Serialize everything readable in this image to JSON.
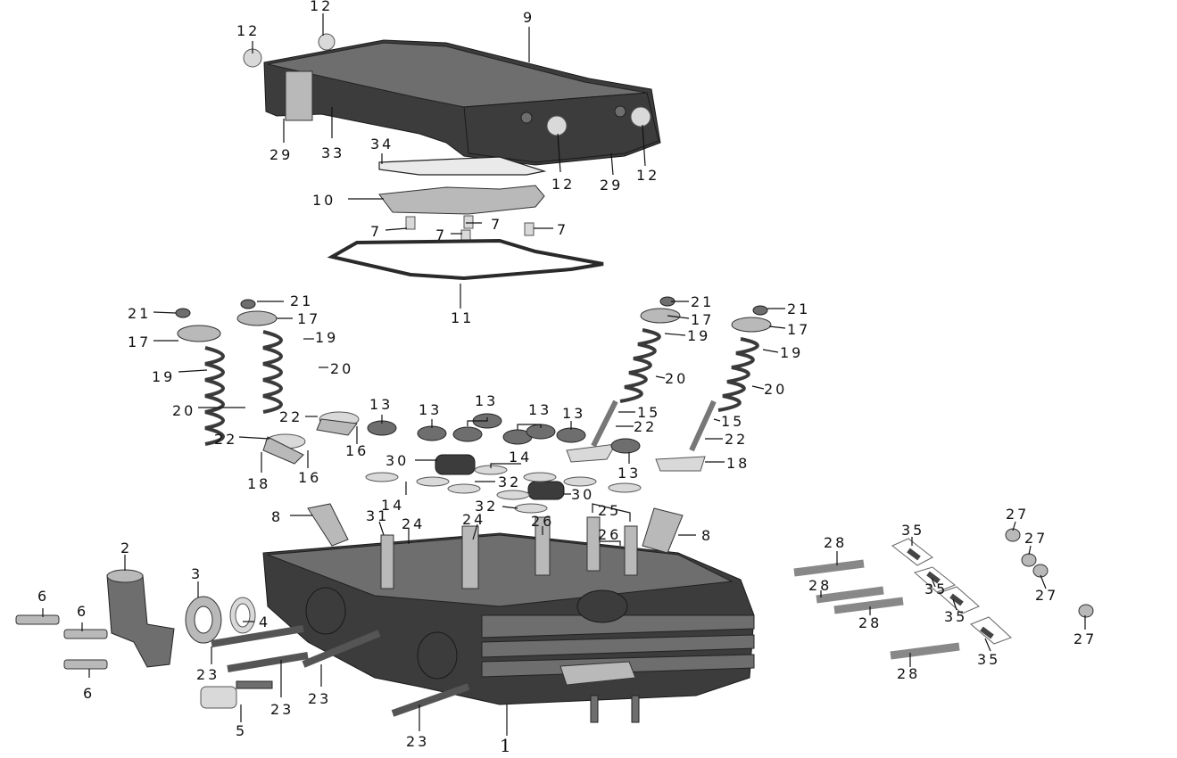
{
  "diagram": {
    "labels": [
      {
        "id": "l12a",
        "text": "12"
      },
      {
        "id": "l12b",
        "text": "12"
      },
      {
        "id": "l9",
        "text": "9"
      },
      {
        "id": "l29a",
        "text": "29"
      },
      {
        "id": "l33",
        "text": "33"
      },
      {
        "id": "l34",
        "text": "34"
      },
      {
        "id": "l12c",
        "text": "12"
      },
      {
        "id": "l29b",
        "text": "29"
      },
      {
        "id": "l12d",
        "text": "12"
      },
      {
        "id": "l10",
        "text": "10"
      },
      {
        "id": "l7a",
        "text": "7"
      },
      {
        "id": "l7b",
        "text": "7"
      },
      {
        "id": "l7c",
        "text": "7"
      },
      {
        "id": "l7d",
        "text": "7"
      },
      {
        "id": "l11",
        "text": "11"
      },
      {
        "id": "l21a",
        "text": "21"
      },
      {
        "id": "l21b",
        "text": "21"
      },
      {
        "id": "l17a",
        "text": "17"
      },
      {
        "id": "l17b",
        "text": "17"
      },
      {
        "id": "l19a",
        "text": "19"
      },
      {
        "id": "l19b",
        "text": "19"
      },
      {
        "id": "l20a",
        "text": "20"
      },
      {
        "id": "l20b",
        "text": "20"
      },
      {
        "id": "l22a",
        "text": "22"
      },
      {
        "id": "l22b",
        "text": "22"
      },
      {
        "id": "l16a",
        "text": "16"
      },
      {
        "id": "l16b",
        "text": "16"
      },
      {
        "id": "l18a",
        "text": "18"
      },
      {
        "id": "l21c",
        "text": "21"
      },
      {
        "id": "l17c",
        "text": "17"
      },
      {
        "id": "l21d",
        "text": "21"
      },
      {
        "id": "l17d",
        "text": "17"
      },
      {
        "id": "l19c",
        "text": "19"
      },
      {
        "id": "l19d",
        "text": "19"
      },
      {
        "id": "l20c",
        "text": "20"
      },
      {
        "id": "l20d",
        "text": "20"
      },
      {
        "id": "l15a",
        "text": "15"
      },
      {
        "id": "l15b",
        "text": "15"
      },
      {
        "id": "l22c",
        "text": "22"
      },
      {
        "id": "l22d",
        "text": "22"
      },
      {
        "id": "l18b",
        "text": "18"
      },
      {
        "id": "l13a",
        "text": "13"
      },
      {
        "id": "l13b",
        "text": "13"
      },
      {
        "id": "l13c",
        "text": "13"
      },
      {
        "id": "l13d",
        "text": "13"
      },
      {
        "id": "l13e",
        "text": "13"
      },
      {
        "id": "l13f",
        "text": "13"
      },
      {
        "id": "l30a",
        "text": "30"
      },
      {
        "id": "l14a",
        "text": "14"
      },
      {
        "id": "l32a",
        "text": "32"
      },
      {
        "id": "l14b",
        "text": "14"
      },
      {
        "id": "l30b",
        "text": "30"
      },
      {
        "id": "l32b",
        "text": "32"
      },
      {
        "id": "l8a",
        "text": "8"
      },
      {
        "id": "l31",
        "text": "31"
      },
      {
        "id": "l24a",
        "text": "24"
      },
      {
        "id": "l24b",
        "text": "24"
      },
      {
        "id": "l26a",
        "text": "26"
      },
      {
        "id": "l25",
        "text": "25"
      },
      {
        "id": "l26b",
        "text": "26"
      },
      {
        "id": "l8b",
        "text": "8"
      },
      {
        "id": "l2",
        "text": "2"
      },
      {
        "id": "l3",
        "text": "3"
      },
      {
        "id": "l4",
        "text": "4"
      },
      {
        "id": "l6a",
        "text": "6"
      },
      {
        "id": "l6b",
        "text": "6"
      },
      {
        "id": "l6c",
        "text": "6"
      },
      {
        "id": "l23a",
        "text": "23"
      },
      {
        "id": "l23b",
        "text": "23"
      },
      {
        "id": "l23c",
        "text": "23"
      },
      {
        "id": "l23d",
        "text": "23"
      },
      {
        "id": "l5",
        "text": "5"
      },
      {
        "id": "l1",
        "text": "1"
      },
      {
        "id": "l28a",
        "text": "28"
      },
      {
        "id": "l28b",
        "text": "28"
      },
      {
        "id": "l28c",
        "text": "28"
      },
      {
        "id": "l28d",
        "text": "28"
      },
      {
        "id": "l35a",
        "text": "35"
      },
      {
        "id": "l35b",
        "text": "35"
      },
      {
        "id": "l35c",
        "text": "35"
      },
      {
        "id": "l35d",
        "text": "35"
      },
      {
        "id": "l27a",
        "text": "27"
      },
      {
        "id": "l27b",
        "text": "27"
      },
      {
        "id": "l27c",
        "text": "27"
      },
      {
        "id": "l27d",
        "text": "27"
      }
    ]
  }
}
